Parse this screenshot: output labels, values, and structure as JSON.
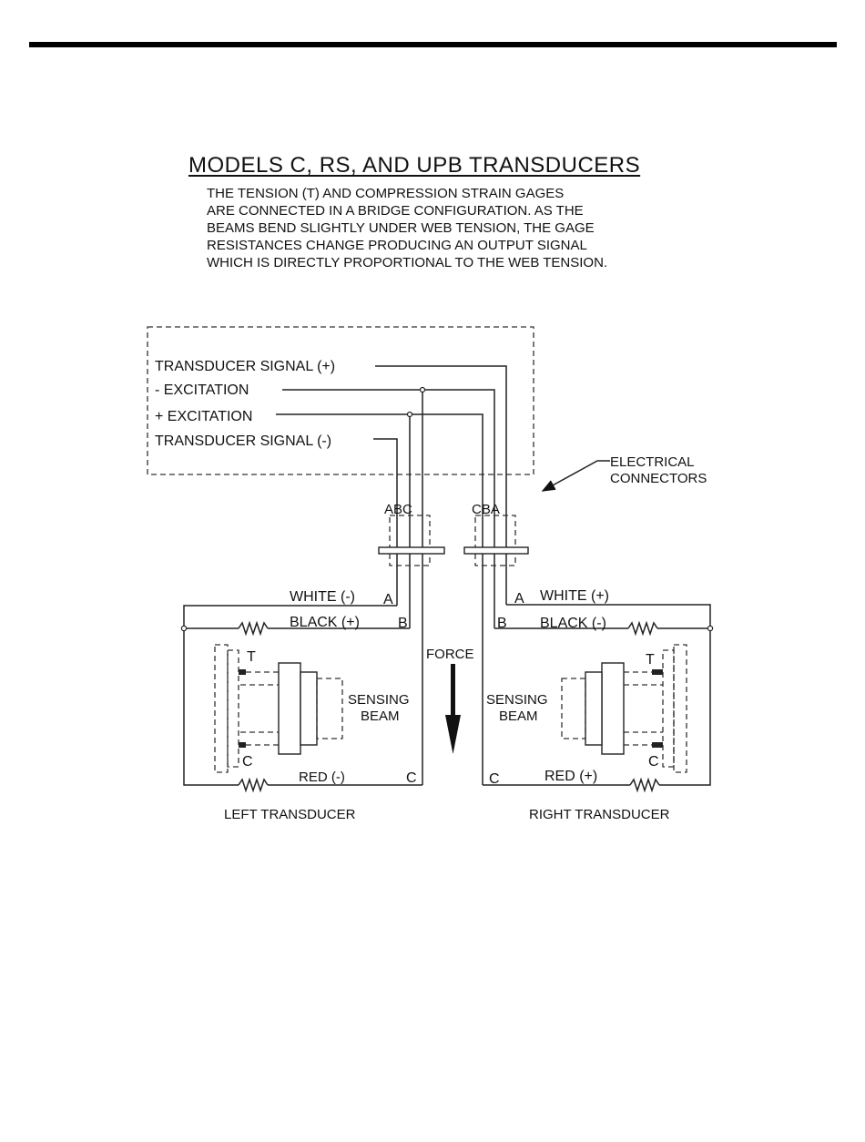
{
  "title": "MODELS  C, RS, AND UPB TRANSDUCERS",
  "description": [
    "THE TENSION (T) AND COMPRESSION STRAIN GAGES",
    "ARE CONNECTED IN A BRIDGE CONFIGURATION.  AS THE",
    "BEAMS BEND SLIGHTLY UNDER WEB TENSION, THE GAGE",
    "RESISTANCES CHANGE PRODUCING AN OUTPUT SIGNAL",
    "WHICH IS DIRECTLY PROPORTIONAL TO THE WEB TENSION."
  ],
  "signals": {
    "signal_plus": "TRANSDUCER SIGNAL (+)",
    "excitation_minus": "- EXCITATION",
    "excitation_plus": "+ EXCITATION",
    "signal_minus": "TRANSDUCER SIGNAL (-)"
  },
  "connectors": {
    "callout": [
      "ELECTRICAL",
      "CONNECTORS"
    ],
    "left_pins": "ABC",
    "right_pins": "CBA"
  },
  "left": {
    "white": "WHITE (-)",
    "black": "BLACK (+)",
    "red": "RED (-)",
    "pin_a": "A",
    "pin_b": "B",
    "pin_c": "C",
    "gage_t": "T",
    "gage_c": "C",
    "beam": [
      "SENSING",
      "BEAM"
    ],
    "caption": "LEFT TRANSDUCER"
  },
  "right": {
    "white": "WHITE (+)",
    "black": "BLACK (-)",
    "red": "RED (+)",
    "pin_a": "A",
    "pin_b": "B",
    "pin_c": "C",
    "gage_t": "T",
    "gage_c": "C",
    "beam": [
      "SENSING",
      "BEAM"
    ],
    "caption": "RIGHT TRANSDUCER"
  },
  "force": "FORCE"
}
